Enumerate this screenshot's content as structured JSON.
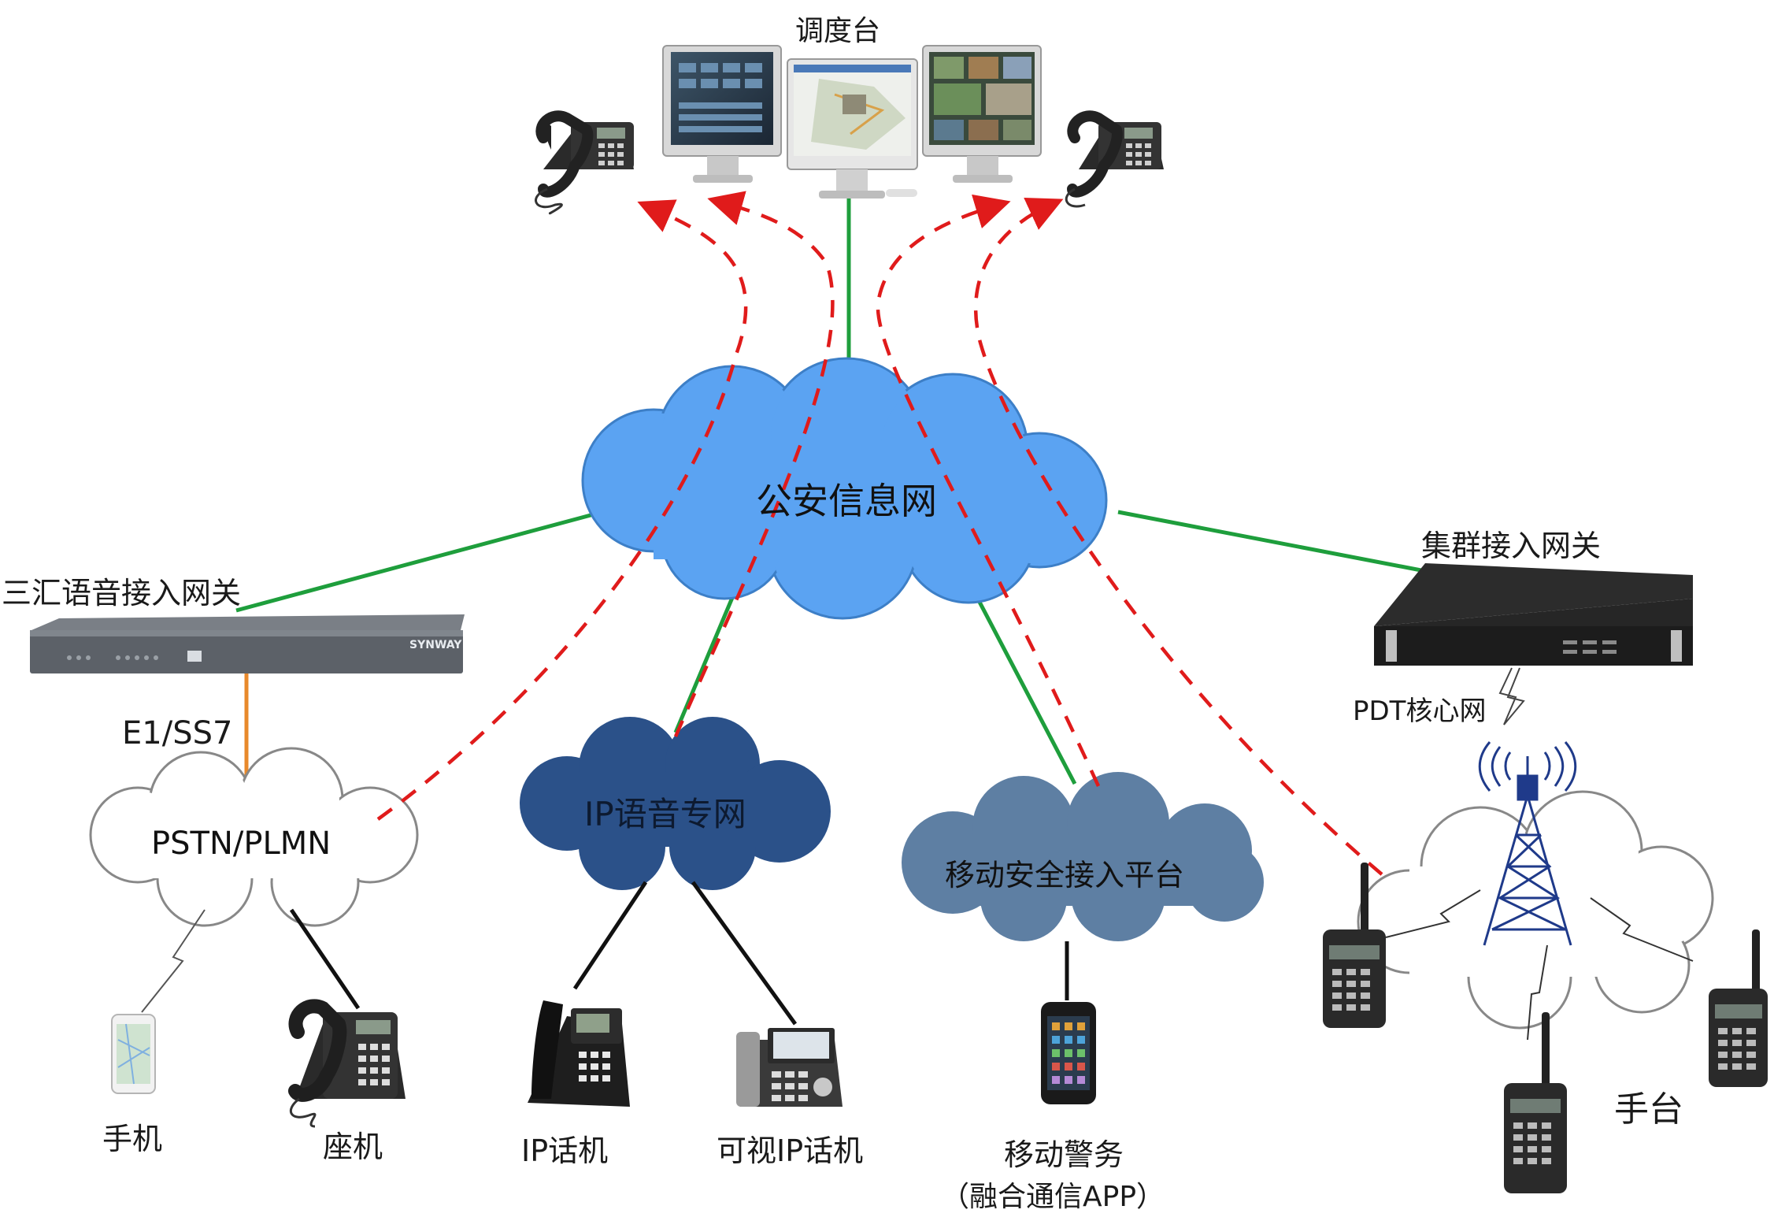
{
  "title": "调度台",
  "clouds": {
    "public_security": "公安信息网",
    "pstn": "PSTN/PLMN",
    "ip_voice": "IP语音专网",
    "mobile_platform": "移动安全接入平台"
  },
  "labels": {
    "sanhui_gateway": "三汇语音接入网关",
    "e1_ss7": "E1/SS7",
    "cluster_gateway": "集群接入网关",
    "pdt_core": "PDT核心网",
    "mobile_phone": "手机",
    "desk_phone": "座机",
    "ip_phone": "IP话机",
    "video_ip_phone": "可视IP话机",
    "mobile_police": "移动警务",
    "app": "（融合通信APP）",
    "handheld": "手台",
    "gateway_brand": "SYNWAY"
  },
  "colors": {
    "cloud_main": "#5BA3F2",
    "cloud_ip": "#2B5189",
    "cloud_mobile": "#5E7FA3",
    "green_link": "#1E9E3C",
    "red_dash": "#E01B1B",
    "orange_link": "#E8892B"
  }
}
